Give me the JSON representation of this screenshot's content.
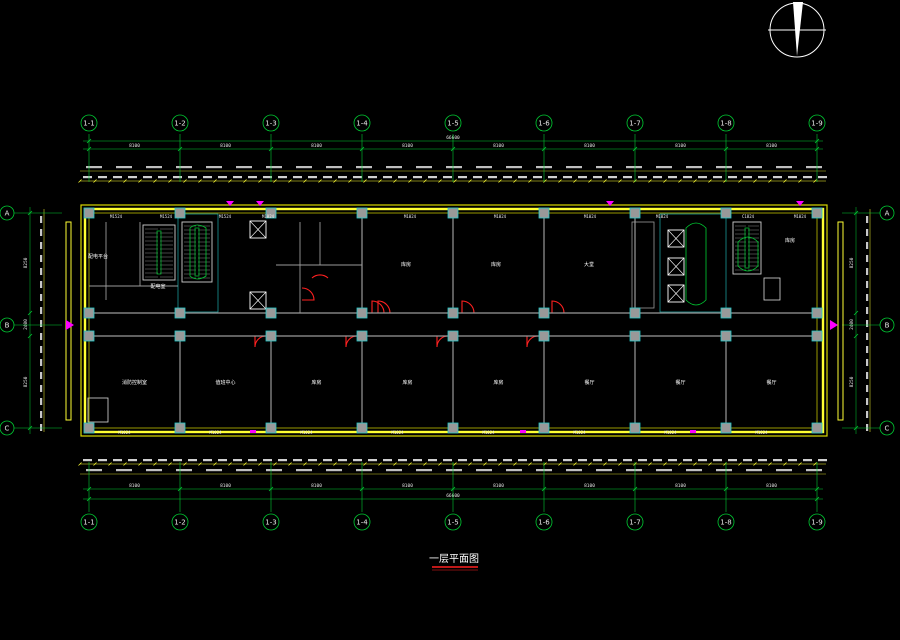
{
  "drawing": {
    "title": "一层平面图",
    "colors": {
      "background": "#000000",
      "wall": "#d8d800",
      "window": "#ffff33",
      "axis": "#00cc33",
      "column": "#999999",
      "column_cap": "#22c7c7",
      "partition": "#9a9a9a",
      "door": "#ff2020",
      "magenta": "#ff00ff",
      "elevator": "#ffffff",
      "title_underline": "#ff2020"
    },
    "axes_top": [
      "1-1",
      "1-2",
      "1-3",
      "1-4",
      "1-5",
      "1-6",
      "1-7",
      "1-8",
      "1-9"
    ],
    "axes_bottom": [
      "1-1",
      "1-2",
      "1-3",
      "1-4",
      "1-5",
      "1-6",
      "1-7",
      "1-8",
      "1-9"
    ],
    "axes_left": [
      "A",
      "B",
      "C"
    ],
    "axes_right": [
      "A",
      "B",
      "C"
    ],
    "bay_dimensions": [
      "8100",
      "8100",
      "8100",
      "8100",
      "8100",
      "8100",
      "8100",
      "8100"
    ],
    "overall_dimension": "66600",
    "side_dimensions_left": [
      "8250",
      "2400",
      "8250"
    ],
    "side_dimensions_right": [
      "8250",
      "2400",
      "8250"
    ],
    "rooms_north": [
      "配电平台",
      "配电室",
      "库房",
      "库房",
      "大堂",
      "库房"
    ],
    "rooms_south": [
      "消防控制室",
      "值班中心",
      "库房",
      "库房",
      "库房",
      "餐厅",
      "餐厅",
      "餐厅"
    ],
    "door_tags_north": [
      "M1524",
      "M1524",
      "M1524",
      "M1024",
      "M1024",
      "M1024",
      "M1024",
      "M1024",
      "M1024"
    ],
    "door_tags_south": [
      "M1024",
      "M1024",
      "M1024",
      "M1024",
      "M1024",
      "M1024",
      "M1024",
      "M1024"
    ],
    "window_tag": "C1824"
  }
}
